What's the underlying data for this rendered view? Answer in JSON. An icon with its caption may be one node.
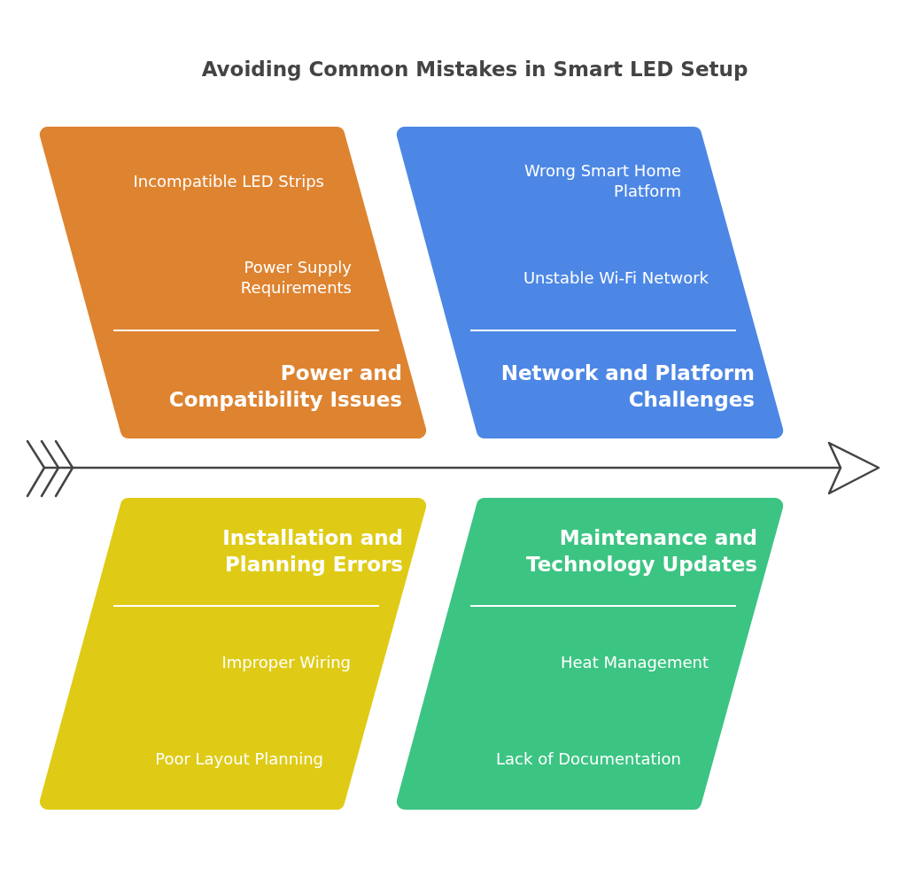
{
  "diagram": {
    "title": "Avoiding Common Mistakes in Smart LED Setup",
    "nodes": [
      {
        "text": [
          "Incompatible LED Strips",
          "Power Supply Requirements",
          "Power and Compatibility Issues"
        ]
      },
      {
        "text": [
          "Wrong Smart Home Platform",
          "Unstable Wi-Fi Network",
          "Network and Platform Challenges"
        ]
      },
      {
        "text": [
          "Installation and Planning Errors",
          "Improper Wiring",
          "Poor Layout Planning"
        ]
      },
      {
        "text": [
          "Maintenance and Technology Updates",
          "Heat Management",
          "Lack of Documentation"
        ]
      }
    ]
  }
}
